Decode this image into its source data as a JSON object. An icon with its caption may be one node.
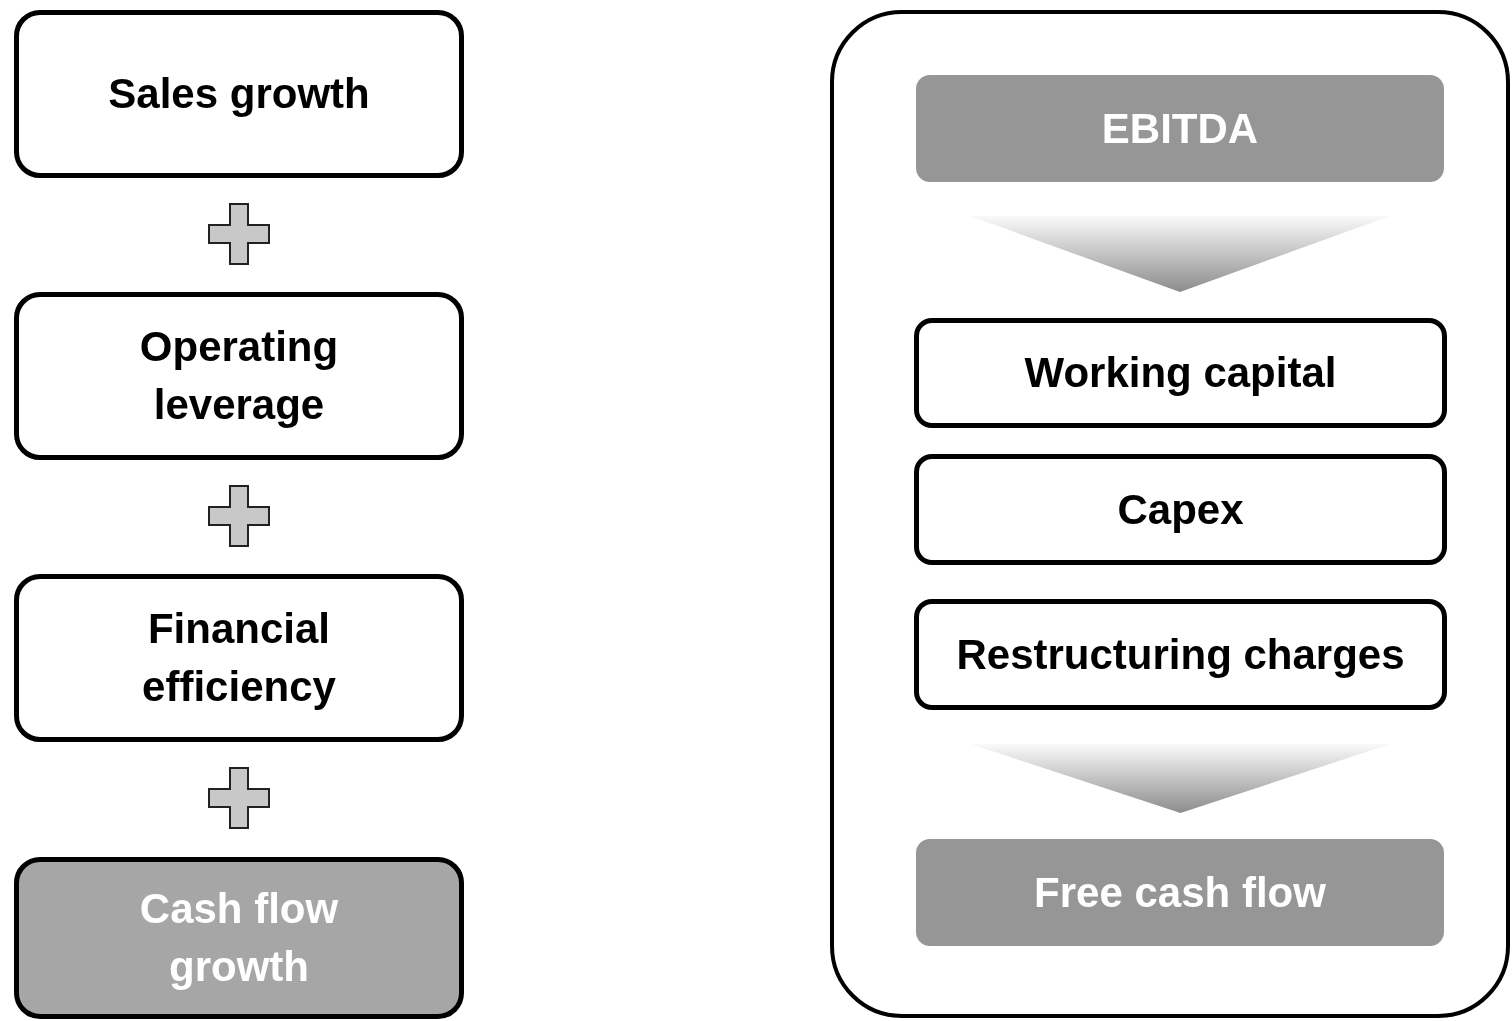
{
  "diagram": {
    "nodes": [
      {
        "text": [
          "Sales growth"
        ]
      },
      {
        "text": [
          "Operating leverage"
        ]
      },
      {
        "text": [
          "Financial efficiency"
        ]
      },
      {
        "text": [
          "Cash flow growth"
        ]
      },
      {
        "text": [],
        "shape": "box"
      },
      {
        "text": [
          "EBITDA"
        ],
        "in": 4
      },
      {
        "text": [
          "Working capital"
        ],
        "in": 4
      },
      {
        "text": [
          "Capex"
        ],
        "in": 4
      },
      {
        "text": [
          "Restructuring charges"
        ],
        "in": 4
      },
      {
        "text": [
          "Free cash flow"
        ],
        "in": 4
      }
    ],
    "edges": [
      {
        "from": 5,
        "to": 6,
        "arrow": "to"
      },
      {
        "from": 8,
        "to": 9,
        "arrow": "to"
      }
    ]
  }
}
